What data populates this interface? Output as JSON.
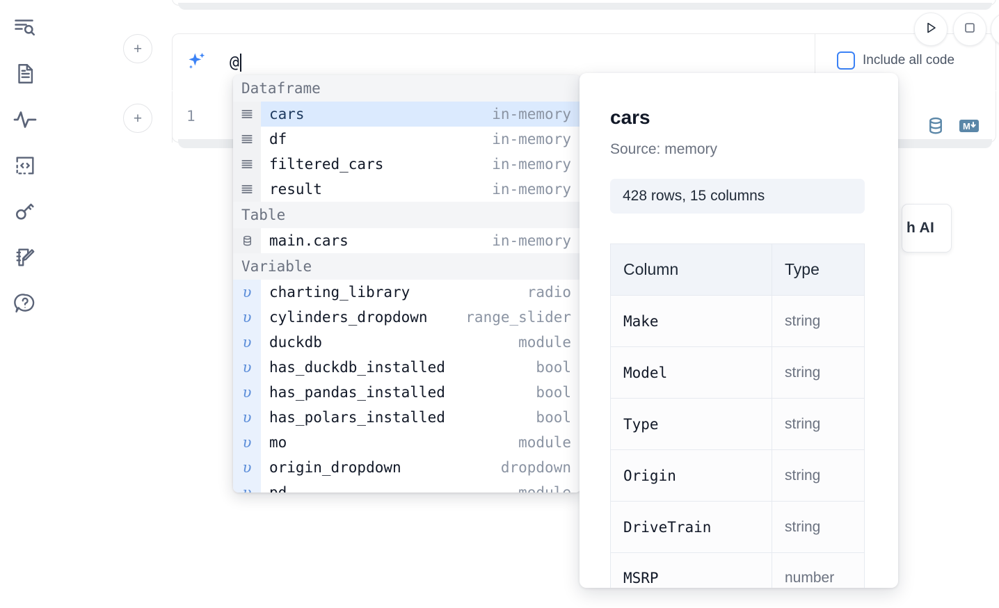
{
  "sidebar": {
    "items": [
      {
        "icon": "search-outline-icon",
        "name": "sidebar-item-explore"
      },
      {
        "icon": "document-icon",
        "name": "sidebar-item-notebook"
      },
      {
        "icon": "activity-icon",
        "name": "sidebar-item-activity"
      },
      {
        "icon": "code-snippet-icon",
        "name": "sidebar-item-snippets"
      },
      {
        "icon": "key-icon",
        "name": "sidebar-item-secrets"
      },
      {
        "icon": "scratchpad-icon",
        "name": "sidebar-item-scratchpad"
      },
      {
        "icon": "help-chat-icon",
        "name": "sidebar-item-help"
      }
    ]
  },
  "add_buttons": {
    "label": "+"
  },
  "toolbar": {
    "run_label": "▷",
    "stop_label": "□",
    "include_all_code_label": "Include all code",
    "include_all_code_checked": false
  },
  "ai_cell": {
    "sparkle_icon": "sparkle-icon",
    "input_value": "@",
    "input_placeholder": ""
  },
  "code_cell": {
    "line_number": "1",
    "tools": [
      {
        "name": "database-icon",
        "label": ""
      },
      {
        "name": "markdown-icon",
        "label": "M↓"
      }
    ]
  },
  "floating_card": {
    "text": "h AI"
  },
  "autocomplete": {
    "groups": [
      {
        "label": "Dataframe",
        "icon": "dataframe-icon",
        "kind": "dataframe",
        "items": [
          {
            "name": "cars",
            "type": "in-memory",
            "selected": true
          },
          {
            "name": "df",
            "type": "in-memory",
            "selected": false
          },
          {
            "name": "filtered_cars",
            "type": "in-memory",
            "selected": false
          },
          {
            "name": "result",
            "type": "in-memory",
            "selected": false
          }
        ]
      },
      {
        "label": "Table",
        "icon": "database-icon",
        "kind": "table",
        "items": [
          {
            "name": "main.cars",
            "type": "in-memory",
            "selected": false
          }
        ]
      },
      {
        "label": "Variable",
        "icon": "variable-icon",
        "kind": "variable",
        "items": [
          {
            "name": "charting_library",
            "type": "radio",
            "selected": false
          },
          {
            "name": "cylinders_dropdown",
            "type": "range_slider",
            "selected": false
          },
          {
            "name": "duckdb",
            "type": "module",
            "selected": false
          },
          {
            "name": "has_duckdb_installed",
            "type": "bool",
            "selected": false
          },
          {
            "name": "has_pandas_installed",
            "type": "bool",
            "selected": false
          },
          {
            "name": "has_polars_installed",
            "type": "bool",
            "selected": false
          },
          {
            "name": "mo",
            "type": "module",
            "selected": false
          },
          {
            "name": "origin_dropdown",
            "type": "dropdown",
            "selected": false
          },
          {
            "name": "pd",
            "type": "module",
            "selected": false
          }
        ]
      }
    ]
  },
  "preview": {
    "title": "cars",
    "source": "Source: memory",
    "stats": "428 rows, 15 columns",
    "columns_header": [
      "Column",
      "Type"
    ],
    "rows": [
      {
        "column": "Make",
        "type": "string"
      },
      {
        "column": "Model",
        "type": "string"
      },
      {
        "column": "Type",
        "type": "string"
      },
      {
        "column": "Origin",
        "type": "string"
      },
      {
        "column": "DriveTrain",
        "type": "string"
      },
      {
        "column": "MSRP",
        "type": "number"
      }
    ]
  },
  "colors": {
    "accent_blue": "#3b82f6",
    "selection_blue": "#dbeafe",
    "gutter_gray": "#f1f2f4",
    "variable_gutter": "#e9f1fd",
    "tool_blue": "#5b87a8",
    "muted_text": "#8b94a3"
  }
}
